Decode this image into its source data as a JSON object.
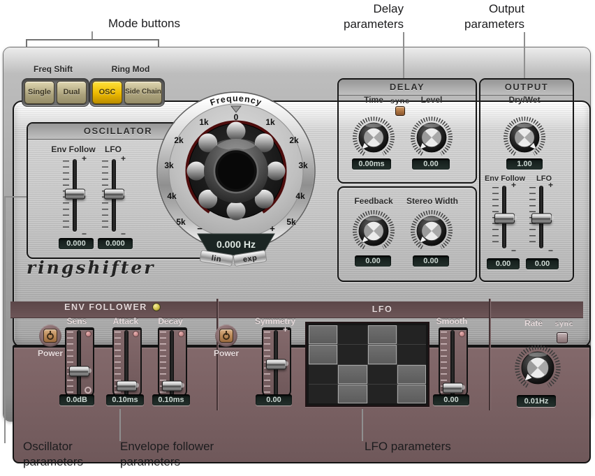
{
  "annotations": {
    "mode_buttons": "Mode buttons",
    "delay": {
      "line1": "Delay",
      "line2": "parameters"
    },
    "output": {
      "line1": "Output",
      "line2": "parameters"
    },
    "oscillator": {
      "line1": "Oscillator",
      "line2": "parameters"
    },
    "env_follower": {
      "line1": "Envelope follower",
      "line2": "parameters"
    },
    "lfo": "LFO parameters"
  },
  "plugin": {
    "symbols": {
      "plus": "+",
      "minus": "−"
    },
    "mode": {
      "freq_shift_label": "Freq Shift",
      "ring_mod_label": "Ring Mod",
      "single": "Single",
      "dual": "Dual",
      "osc": "OSC",
      "side_chain": "Side Chain"
    },
    "oscillator": {
      "title": "OSCILLATOR",
      "env_follow_label": "Env Follow",
      "lfo_label": "LFO",
      "env_follow_value": "0.000",
      "lfo_value": "0.000"
    },
    "freq_dial": {
      "title": "Frequency",
      "zero": "0",
      "k1": "1k",
      "k2": "2k",
      "k3": "3k",
      "k4": "4k",
      "k5": "5k",
      "minus": "−",
      "plus": "+",
      "value": "0.000 Hz",
      "lin": "lin",
      "exp": "exp"
    },
    "delay": {
      "title": "DELAY",
      "time_label": "Time",
      "sync_label": "sync",
      "level_label": "Level",
      "time_value": "0.00ms",
      "level_value": "0.00"
    },
    "feedback_panel": {
      "feedback_label": "Feedback",
      "stereo_width_label": "Stereo Width",
      "feedback_value": "0.00",
      "stereo_width_value": "0.00"
    },
    "output": {
      "title": "OUTPUT",
      "dry_wet_label": "Dry/Wet",
      "dry_wet_value": "1.00",
      "env_follow_label": "Env Follow",
      "lfo_label": "LFO",
      "env_follow_value": "0.00",
      "lfo_value": "0.00"
    },
    "logo": "ringshifter",
    "env_follower": {
      "title": "ENV FOLLOWER",
      "power_label": "Power",
      "sens_label": "Sens",
      "attack_label": "Attack",
      "decay_label": "Decay",
      "sens_value": "0.0dB",
      "attack_value": "0.10ms",
      "decay_value": "0.10ms"
    },
    "lfo": {
      "title": "LFO",
      "power_label": "Power",
      "symmetry_label": "Symmetry",
      "smooth_label": "Smooth",
      "symmetry_value": "0.00",
      "smooth_value": "0.00",
      "waveform": [
        "1010",
        "1010",
        "0101",
        "0101"
      ]
    },
    "rate": {
      "label": "Rate",
      "sync_label": "sync",
      "value": "0.01Hz"
    }
  },
  "colors": {
    "accent_yellow": "#edbe00",
    "panel_mauve": "#7b6264",
    "led_yellow": "#d9c94a",
    "display_bg": "#1c2523"
  }
}
